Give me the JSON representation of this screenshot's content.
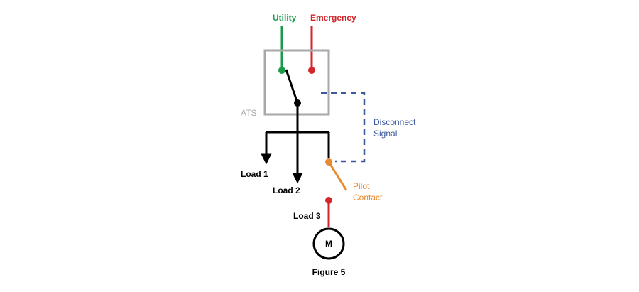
{
  "labels": {
    "utility": "Utility",
    "emergency": "Emergency",
    "ats": "ATS",
    "disconnect_line1": "Disconnect",
    "disconnect_line2": "Signal",
    "load1": "Load 1",
    "load2": "Load 2",
    "load3": "Load 3",
    "pilot_line1": "Pilot",
    "pilot_line2": "Contact",
    "motor": "M",
    "caption": "Figure 5"
  },
  "colors": {
    "utility": "#1a9a4a",
    "emergency": "#d2262b",
    "ats_box": "#a8a8a8",
    "ats_label": "#a8a8a8",
    "disconnect_signal": "#3d5a9c",
    "pilot_contact": "#e88a2e",
    "conductor": "#000000"
  }
}
